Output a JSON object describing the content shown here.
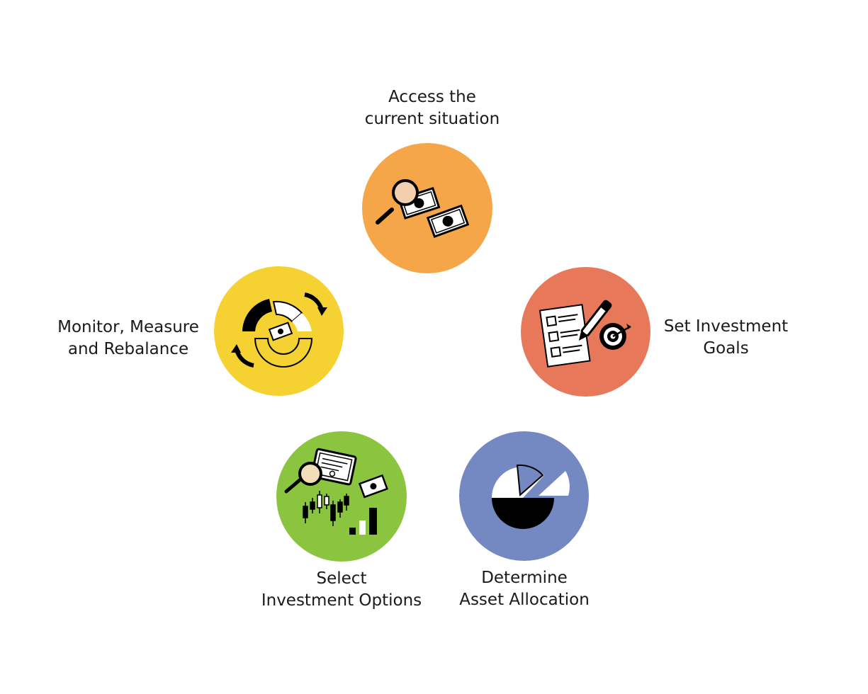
{
  "colors": {
    "assess": "#F4A649",
    "goals": "#E8785A",
    "allocation": "#7489C1",
    "select": "#8BC43F",
    "monitor": "#F5D131",
    "ink": "#000000"
  },
  "steps": [
    {
      "id": "assess",
      "lines": [
        "Access the",
        "current situation"
      ],
      "icon": "magnifier-money-icon"
    },
    {
      "id": "goals",
      "lines": [
        "Set Investment",
        "Goals"
      ],
      "icon": "checklist-target-icon"
    },
    {
      "id": "allocation",
      "lines": [
        "Determine",
        "Asset Allocation"
      ],
      "icon": "pie-chart-icon"
    },
    {
      "id": "select",
      "lines": [
        "Select",
        "Investment Options"
      ],
      "icon": "certificate-candlestick-icon"
    },
    {
      "id": "monitor",
      "lines": [
        "Monitor, Measure",
        "and Rebalance"
      ],
      "icon": "rebalance-cycle-icon"
    }
  ]
}
